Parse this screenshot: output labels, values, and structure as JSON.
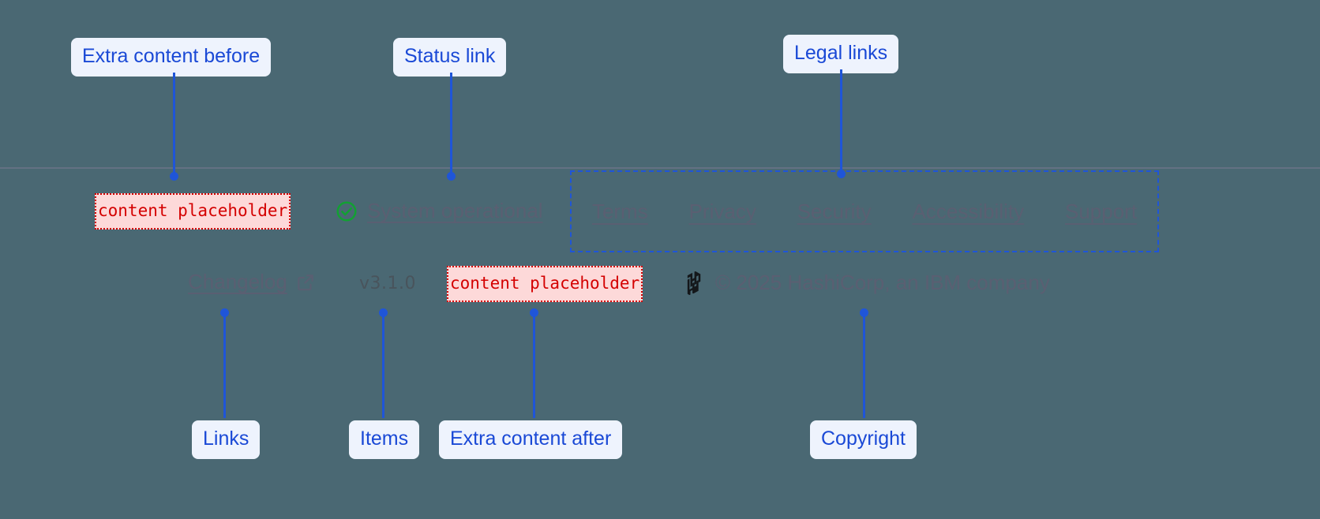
{
  "theme": {
    "background": "#4a6873",
    "annotation_accent": "#1f55d8",
    "annotation_bg": "#eef3fd",
    "muted_text": "#5a5f72",
    "placeholder_red": "#d40000",
    "placeholder_bg": "#fdd9d9",
    "status_green": "#12a033"
  },
  "annotations": [
    {
      "id": "extra-before",
      "label": "Extra content before"
    },
    {
      "id": "status-link",
      "label": "Status link"
    },
    {
      "id": "legal-links",
      "label": "Legal links"
    },
    {
      "id": "links",
      "label": "Links"
    },
    {
      "id": "items",
      "label": "Items"
    },
    {
      "id": "extra-after",
      "label": "Extra content after"
    },
    {
      "id": "copyright",
      "label": "Copyright"
    }
  ],
  "footer": {
    "extra_before": {
      "text": "content placeholder"
    },
    "extra_after": {
      "text": "content placeholder"
    },
    "status": {
      "icon": "check-circle-icon",
      "label": "System operational"
    },
    "legal_links": [
      {
        "label": "Terms"
      },
      {
        "label": "Privacy"
      },
      {
        "label": "Security"
      },
      {
        "label": "Accessibility"
      },
      {
        "label": "Support"
      }
    ],
    "changelog": {
      "label": "Changelog",
      "icon": "external-link-icon"
    },
    "version": "v3.1.0",
    "copyright": {
      "logo": "hashicorp-logo",
      "text": "© 2025 HashiCorp, an IBM company"
    }
  }
}
